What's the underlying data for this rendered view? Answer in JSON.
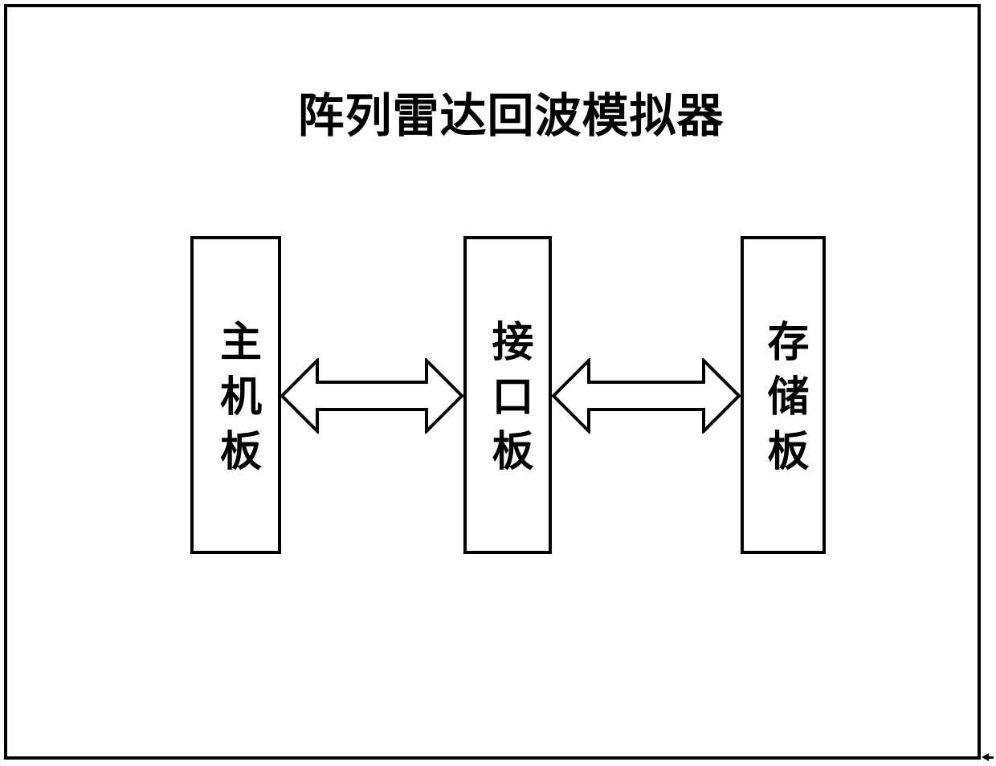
{
  "title": "阵列雷达回波模拟器",
  "diagram": {
    "blocks": [
      {
        "id": "host-board",
        "label": "主机板"
      },
      {
        "id": "interface-board",
        "label": "接口板"
      },
      {
        "id": "storage-board",
        "label": "存储板"
      }
    ],
    "connections": [
      {
        "from": "主机板",
        "to": "接口板",
        "style": "hollow-double-headed-arrow"
      },
      {
        "from": "接口板",
        "to": "存储板",
        "style": "hollow-double-headed-arrow"
      }
    ],
    "colors": {
      "line": "#000000",
      "fill": "#ffffff"
    }
  }
}
